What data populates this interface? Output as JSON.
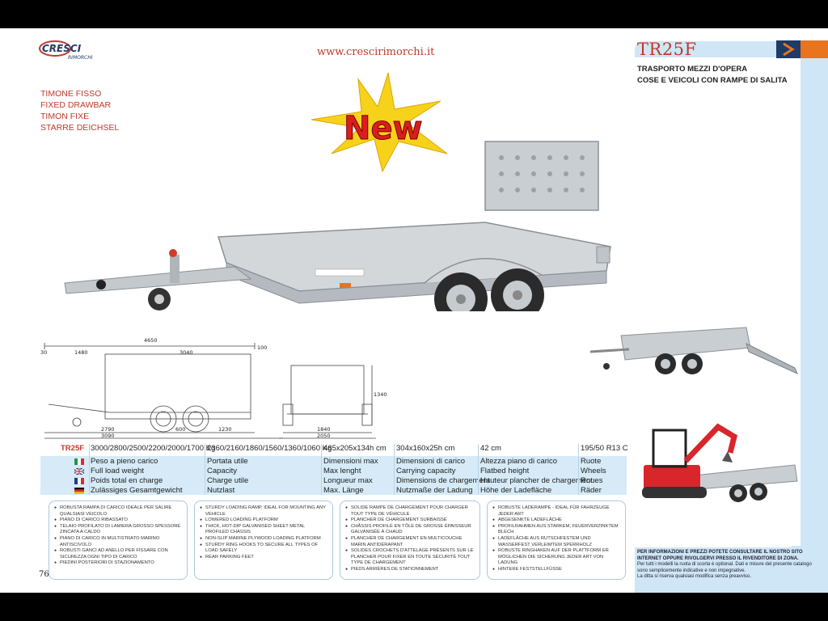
{
  "header": {
    "brand": "CRESCI",
    "brand_sub": "RIMORCHI",
    "website": "www.crescirimorchi.it"
  },
  "model": {
    "code": "TR25F",
    "subtitle_line1": "TRASPORTO MEZZI D'OPERA",
    "subtitle_line2": "COSE E VEICOLI CON RAMPE DI SALITA"
  },
  "drawbar": [
    "TIMONE FISSO",
    "FIXED DRAWBAR",
    "TIMON FIXE",
    "STARRE DEICHSEL"
  ],
  "badge": {
    "text": "New"
  },
  "drawing": {
    "dims": [
      "4650",
      "1480",
      "3040",
      "100",
      "30",
      "2790",
      "3090",
      "600",
      "1230",
      "1340",
      "1840",
      "2050"
    ]
  },
  "specs": {
    "model_label": "TR25F",
    "values": [
      "3000/2800/2500/2200/2000/1700 Kg",
      "2360/2160/1860/1560/1360/1060 Kg",
      "465x205x134h cm",
      "304x160x25h cm",
      "42 cm",
      "195/50 R13 C"
    ],
    "rows": [
      {
        "lang": "it",
        "cells": [
          "Peso a pieno carico",
          "Portata utile",
          "Dimensioni max",
          "Dimensioni di carico",
          "Altezza piano di carico",
          "Ruote"
        ]
      },
      {
        "lang": "en",
        "cells": [
          "Full load weight",
          "Capacity",
          "Max lenght",
          "Carrying capacity",
          "Flatbed height",
          "Wheels"
        ]
      },
      {
        "lang": "fr",
        "cells": [
          "Poids total en charge",
          "Charge utile",
          "Longueur max",
          "Dimensions de chargement",
          "Hauteur plancher de chargement",
          "Roues"
        ]
      },
      {
        "lang": "de",
        "cells": [
          "Zulässiges Gesamtgewicht",
          "Nutzlast",
          "Max. Länge",
          "Nutzmaße der Ladung",
          "Höhe der Ladefläche",
          "Räder"
        ]
      }
    ]
  },
  "features": [
    {
      "items": [
        "Robusta rampa di carico ideale per salire qualsiasi veicolo",
        "Piano di carico ribassato",
        "Telaio profilato di lamiera grosso spessore zincata a caldo",
        "Piano di carico in multistrato marino antiscivolo",
        "Robusti ganci ad anello per fissare con sicurezza ogni tipo di carico",
        "Piedini posteriori di stazionamento"
      ]
    },
    {
      "items": [
        "Sturdy loading ramp, ideal for mounting any vehicle",
        "Lowered loading platform",
        "Thick, hot-dip galvanised sheet metal profiled chassis",
        "Non-slip marine plywood loading platform",
        "Sturdy ring hooks to secure all types of load safely",
        "Rear parking feet"
      ]
    },
    {
      "items": [
        "Solide rampe de chargement pour charger tout type de véhicule",
        "Plancher de chargement surbaissé",
        "Châssis profilé en tôle de grosse épaisseur galvanisée à chaud",
        "Plancher de chargement en multicouche marin antidérapant",
        "Solides crochets d'attelage présents sur le plancher pour fixer en toute sécurité tout type de chargement",
        "Pieds arrières de stationnement"
      ]
    },
    {
      "items": [
        "Robuste Laderampe - ideal für Fahrzeuge jeder Art",
        "Abgesenkte Ladefläche",
        "Profilrahmen aus starkem, feuerverzinktem Blech",
        "Ladefläche aus rutschfestem und wasserfest verleimtem Sperrholz",
        "Robuste Ringhaken auf der Plattform er möglichen die Sicherung jeder Art von Ladung",
        "Hintere Feststellfüsse"
      ]
    }
  ],
  "page_number": "76",
  "info": {
    "text": "PER INFORMAZIONI E PREZZI POTETE CONSULTARE IL NOSTRO SITO INTERNET OPPURE RIVOLGERVI PRESSO IL RIVENDITORE DI ZONA.",
    "line2": "Per tutti i modelli la ruota di scorta è optional. Dati e misure del presente catalogo sono semplicemente indicative e non impegnative.",
    "line3": "La ditta si riserva qualsiasi modifica senza preavviso."
  },
  "colors": {
    "accent_red": "#c0392b",
    "light_blue": "#d6ebf7",
    "navy": "#1f3b66",
    "orange": "#e8741e"
  }
}
